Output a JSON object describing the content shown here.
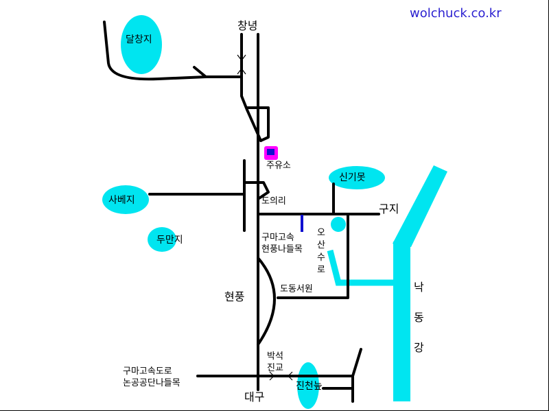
{
  "watermark": "wolchuck.co.kr",
  "colors": {
    "water": "#00e5f0",
    "road": "#000000",
    "marker_outer": "#ff00ff",
    "marker_inner": "#1010d0",
    "watermark": "#2a1fd0",
    "connector": "#1010d0"
  },
  "places": {
    "changnyeong": "창녕",
    "daegu": "대구",
    "hyeonpung": "현풍",
    "guji": "구지",
    "dalchangji": "달창지",
    "sabeji": "사베지",
    "dumanji": "두만지",
    "singimot": "신기못",
    "jinchunji": "진천늪",
    "juyuso": "주유소",
    "doeuiri": "도의리",
    "dodongseowon": "도동서원",
    "guma_exit": [
      "구마고속",
      "현풍나들목"
    ],
    "nongong_exit": [
      "구마고속도로",
      "논공공단나들목"
    ],
    "baekseok_bridge": [
      "박석",
      "진교"
    ]
  },
  "vertical_labels": {
    "osansuro": [
      "오",
      "산",
      "수",
      "로"
    ],
    "nakdonggang": [
      "낙",
      "동",
      "강"
    ]
  }
}
